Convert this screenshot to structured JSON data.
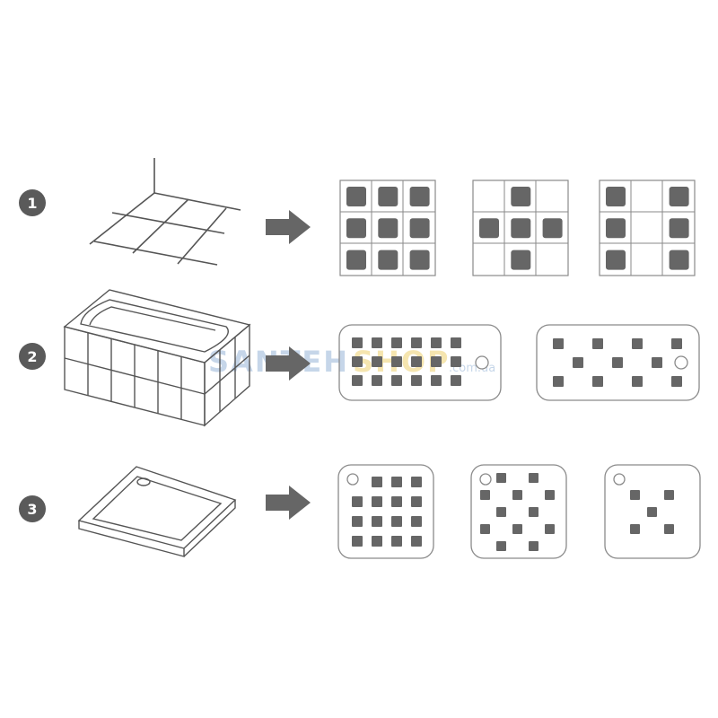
{
  "colors": {
    "line": "#555555",
    "fill": "#666666",
    "badge": "#5a5a5a",
    "badge_text": "#ffffff",
    "panel_stroke": "#8a8a8a",
    "watermark_blue": "#b9cde4",
    "watermark_yellow": "#f3df9c"
  },
  "rows": [
    {
      "label": "1",
      "item": "floor-tile-grid",
      "arrow": "arrow-right-icon"
    },
    {
      "label": "2",
      "item": "bathtub",
      "arrow": "arrow-right-icon"
    },
    {
      "label": "3",
      "item": "shower-tray",
      "arrow": "arrow-right-icon"
    }
  ],
  "watermark": {
    "part1": "SANTEH",
    "part2": "SHOP",
    "suffix": ".com.ua"
  }
}
